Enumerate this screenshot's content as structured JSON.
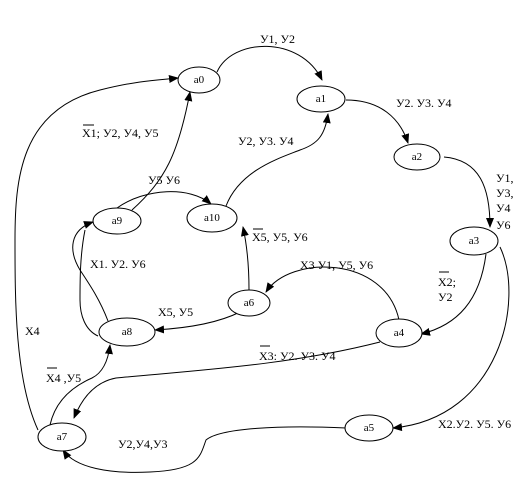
{
  "nodes": {
    "a0": "a0",
    "a1": "a1",
    "a2": "a2",
    "a3": "a3",
    "a4": "a4",
    "a5": "a5",
    "a6": "a6",
    "a7": "a7",
    "a8": "a8",
    "a9": "a9",
    "a10": "a10"
  },
  "edges": {
    "a0_a1": "У1, У2",
    "a1_a2": "У2. У3. У4",
    "a2_a3_l1": "У1,",
    "a2_a3_l2": "У3,",
    "a2_a3_l3": "У4",
    "a2_a3_l4": "У6",
    "a3_a4_l1": "X2;",
    "a3_a4_l2": "У2",
    "a3_a5": "X2.У2. У5. У6",
    "a4_a6": "X3 У1, У5, У6",
    "a4_a7": "X3: У2. У3. У4",
    "a5_a7": "У2,У4,У3",
    "a6_a8": "X5, У5",
    "a6_a10": "X5, У5, У6",
    "a10_a1": "У2, У3. У4",
    "a9_a10": "У5 У6",
    "a9_a0": "X1; У2, У4, У5",
    "a8_a9": "X1. У2.  У6",
    "a7_a8": "X4 ,У5",
    "a7_a0": "X4"
  }
}
